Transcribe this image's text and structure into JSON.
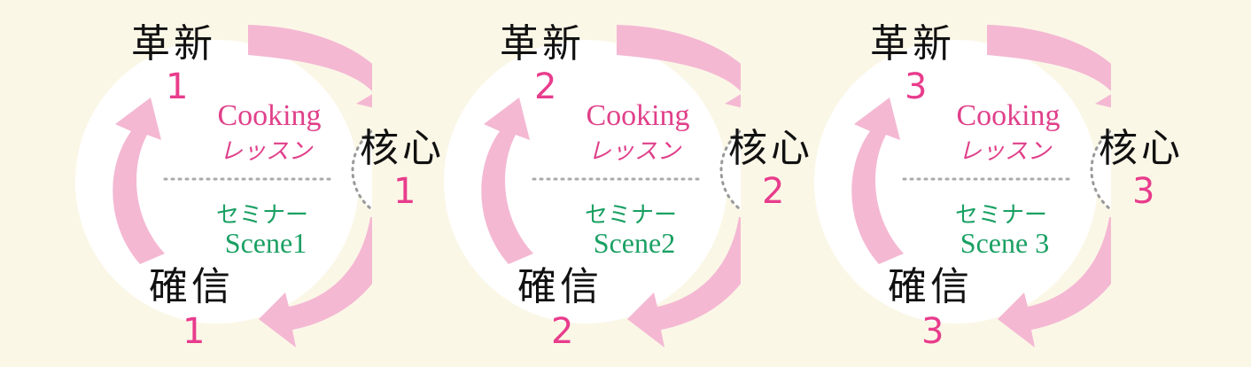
{
  "colors": {
    "background": "#fbf7e7",
    "arrow": "#f4b8d3",
    "arrow_accent": "#e84a90",
    "number": "#e83c8c",
    "cooking_text": "#e0408a",
    "seminar_text": "#1aa063",
    "circle_fill": "#ffffff"
  },
  "cycles": [
    {
      "innovation_label": "革新",
      "innovation_number": "1",
      "core_label": "核心",
      "core_number": "1",
      "confidence_label": "確信",
      "confidence_number": "1",
      "cooking": "Cooking",
      "lesson": "レッスン",
      "seminar": "セミナー",
      "scene": "Scene1"
    },
    {
      "innovation_label": "革新",
      "innovation_number": "2",
      "core_label": "核心",
      "core_number": "2",
      "confidence_label": "確信",
      "confidence_number": "2",
      "cooking": "Cooking",
      "lesson": "レッスン",
      "seminar": "セミナー",
      "scene": "Scene2"
    },
    {
      "innovation_label": "革新",
      "innovation_number": "3",
      "core_label": "核心",
      "core_number": "3",
      "confidence_label": "確信",
      "confidence_number": "3",
      "cooking": "Cooking",
      "lesson": "レッスン",
      "seminar": "セミナー",
      "scene": "Scene 3"
    }
  ]
}
